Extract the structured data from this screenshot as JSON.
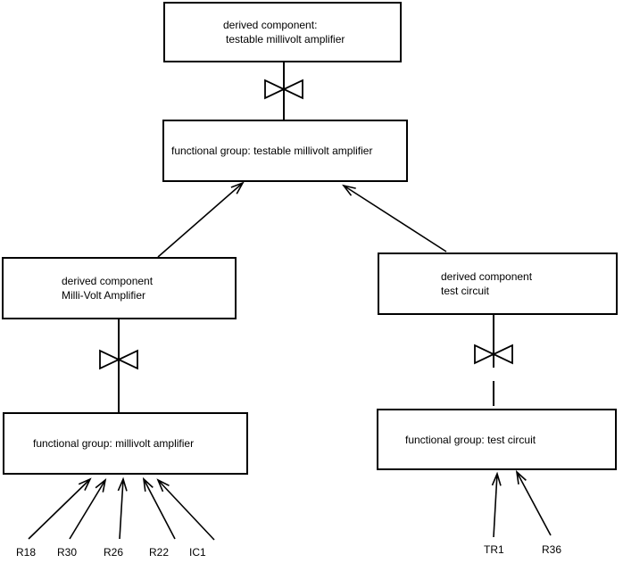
{
  "canvas": {
    "background": "#ffffff",
    "ink": "#000000"
  },
  "nodes": {
    "derived_testable": {
      "line1": "derived component:",
      "line2": "testable millivolt amplifier"
    },
    "fg_testable": {
      "label": "functional group: testable millivolt amplifier"
    },
    "derived_mva": {
      "line1": "derived component",
      "line2": "Milli-Volt Amplifier"
    },
    "fg_mva": {
      "label": "functional group: millivolt amplifier"
    },
    "derived_tc": {
      "line1": "derived component",
      "line2": "test circuit"
    },
    "fg_tc": {
      "label": "functional group: test circuit"
    }
  },
  "components": {
    "left": [
      "R18",
      "R30",
      "R26",
      "R22",
      "IC1"
    ],
    "right": [
      "TR1",
      "R36"
    ]
  },
  "edges": [
    {
      "from": "derived_testable",
      "to": "fg_testable",
      "type": "bowtie-connector"
    },
    {
      "from": "derived_mva",
      "to": "fg_testable",
      "type": "arrow"
    },
    {
      "from": "derived_tc",
      "to": "fg_testable",
      "type": "arrow"
    },
    {
      "from": "derived_mva",
      "to": "fg_mva",
      "type": "bowtie-connector"
    },
    {
      "from": "derived_tc",
      "to": "fg_tc",
      "type": "bowtie-connector"
    },
    {
      "from": "R18",
      "to": "fg_mva",
      "type": "arrow"
    },
    {
      "from": "R30",
      "to": "fg_mva",
      "type": "arrow"
    },
    {
      "from": "R26",
      "to": "fg_mva",
      "type": "arrow"
    },
    {
      "from": "R22",
      "to": "fg_mva",
      "type": "arrow"
    },
    {
      "from": "IC1",
      "to": "fg_mva",
      "type": "arrow"
    },
    {
      "from": "TR1",
      "to": "fg_tc",
      "type": "arrow"
    },
    {
      "from": "R36",
      "to": "fg_tc",
      "type": "arrow"
    }
  ]
}
